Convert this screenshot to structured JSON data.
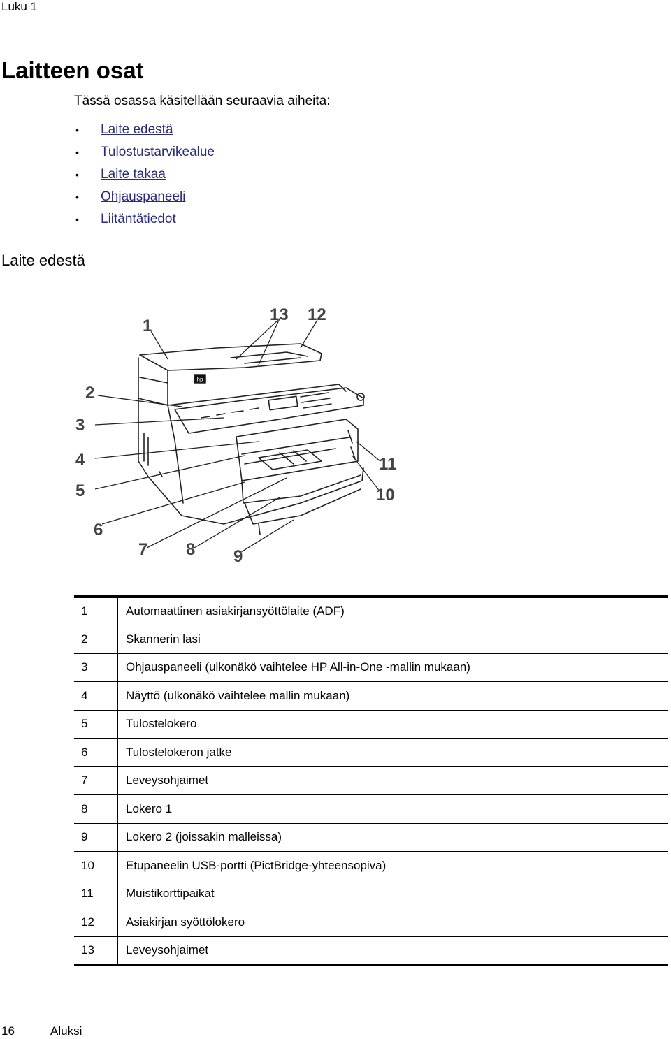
{
  "header": {
    "chapter": "Luku 1"
  },
  "page_title": "Laitteen osat",
  "intro": "Tässä osassa käsitellään seuraavia aiheita:",
  "toc": [
    {
      "label": "Laite edestä"
    },
    {
      "label": "Tulostustarvikealue"
    },
    {
      "label": "Laite takaa"
    },
    {
      "label": "Ohjauspaneeli"
    },
    {
      "label": "Liitäntätiedot"
    }
  ],
  "section_title": "Laite edestä",
  "figure": {
    "callouts": [
      "1",
      "2",
      "3",
      "4",
      "5",
      "6",
      "7",
      "8",
      "9",
      "10",
      "11",
      "12",
      "13"
    ],
    "logo_text": "hp"
  },
  "parts": [
    {
      "num": "1",
      "desc": "Automaattinen asiakirjansyöttölaite (ADF)"
    },
    {
      "num": "2",
      "desc": "Skannerin lasi"
    },
    {
      "num": "3",
      "desc": "Ohjauspaneeli (ulkonäkö vaihtelee HP All-in-One -mallin mukaan)"
    },
    {
      "num": "4",
      "desc": "Näyttö (ulkonäkö vaihtelee mallin mukaan)"
    },
    {
      "num": "5",
      "desc": "Tulostelokero"
    },
    {
      "num": "6",
      "desc": "Tulostelokeron jatke"
    },
    {
      "num": "7",
      "desc": "Leveysohjaimet"
    },
    {
      "num": "8",
      "desc": "Lokero 1"
    },
    {
      "num": "9",
      "desc": "Lokero 2 (joissakin malleissa)"
    },
    {
      "num": "10",
      "desc": "Etupaneelin USB-portti (PictBridge-yhteensopiva)"
    },
    {
      "num": "11",
      "desc": "Muistikorttipaikat"
    },
    {
      "num": "12",
      "desc": "Asiakirjan syöttölokero"
    },
    {
      "num": "13",
      "desc": "Leveysohjaimet"
    }
  ],
  "footer": {
    "page_number": "16",
    "section": "Aluksi"
  }
}
